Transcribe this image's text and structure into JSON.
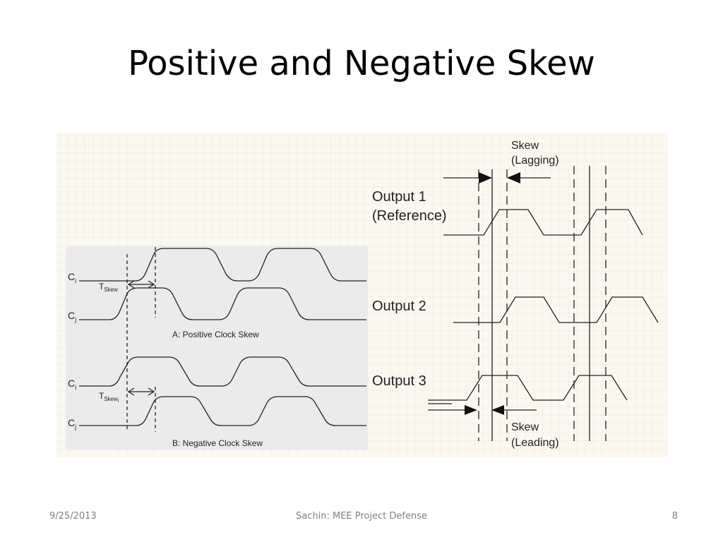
{
  "slide": {
    "title": "Positive and Negative Skew",
    "footer_date": "9/25/2013",
    "footer_center": "Sachin: MEE Project Defense",
    "page_number": "8"
  },
  "left_panel": {
    "signal_label_top": "C",
    "signal_label_bottom": "C",
    "subscript_i": "i",
    "subscript_j": "j",
    "tskew_label": "T",
    "tskew_sub": "Skew",
    "caption_a": "A:  Positive Clock Skew",
    "caption_b": "B:  Negative Clock Skew"
  },
  "right_panel": {
    "skew_lagging_line1": "Skew",
    "skew_lagging_line2": "(Lagging)",
    "output1_line1": "Output 1",
    "output1_line2": "(Reference)",
    "output2": "Output 2",
    "output3": "Output 3",
    "skew_leading_line1": "Skew",
    "skew_leading_line2": "(Leading)"
  },
  "colors": {
    "grid_background": "#fbf8ef",
    "grid_line": "#efe9d9",
    "panel_gray": "#ebebeb",
    "waveform": "#222222"
  }
}
